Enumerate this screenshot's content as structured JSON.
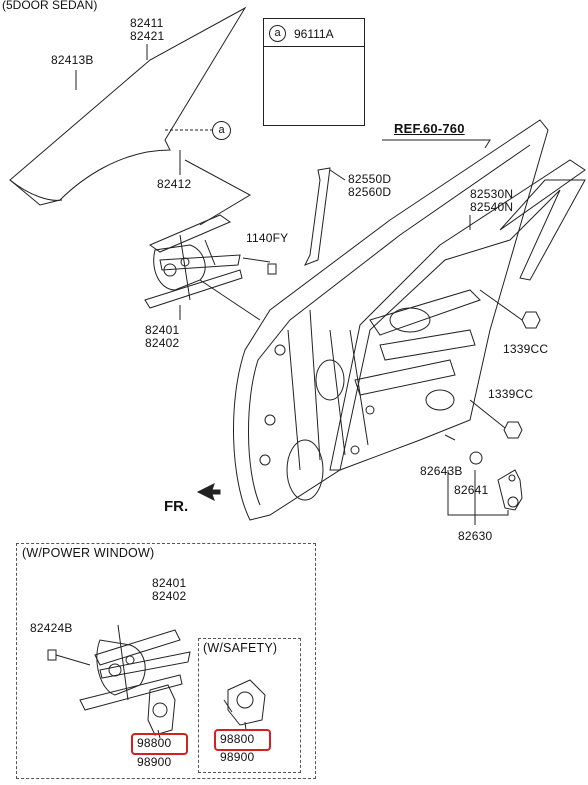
{
  "title": "(5DOOR SEDAN)",
  "legend": {
    "marker": "a",
    "code": "96111A"
  },
  "ref": "REF.60-760",
  "callout_marker": "a",
  "front_label": "FR.",
  "parts": {
    "glass": [
      "82411",
      "82421"
    ],
    "clip_top": "82413B",
    "clip_lower": "82412",
    "channel": [
      "82550D",
      "82560D"
    ],
    "bolt": "1140FY",
    "weatherstrip": [
      "82530N",
      "82540N"
    ],
    "regulator": [
      "82401",
      "82402"
    ],
    "nut_upper": "1339CC",
    "nut_lower": "1339CC",
    "check_bolt": "82643B",
    "check_link": "82641",
    "check_assy": "82630"
  },
  "power_window_box": {
    "title": "(W/POWER WINDOW)",
    "regulator": [
      "82401",
      "82402"
    ],
    "bolt": "82424B",
    "motor": [
      "98800",
      "98900"
    ]
  },
  "safety_box": {
    "title": "(W/SAFETY)",
    "motor": [
      "98800",
      "98900"
    ]
  },
  "colors": {
    "highlight": "#d42020",
    "line": "#222222"
  }
}
